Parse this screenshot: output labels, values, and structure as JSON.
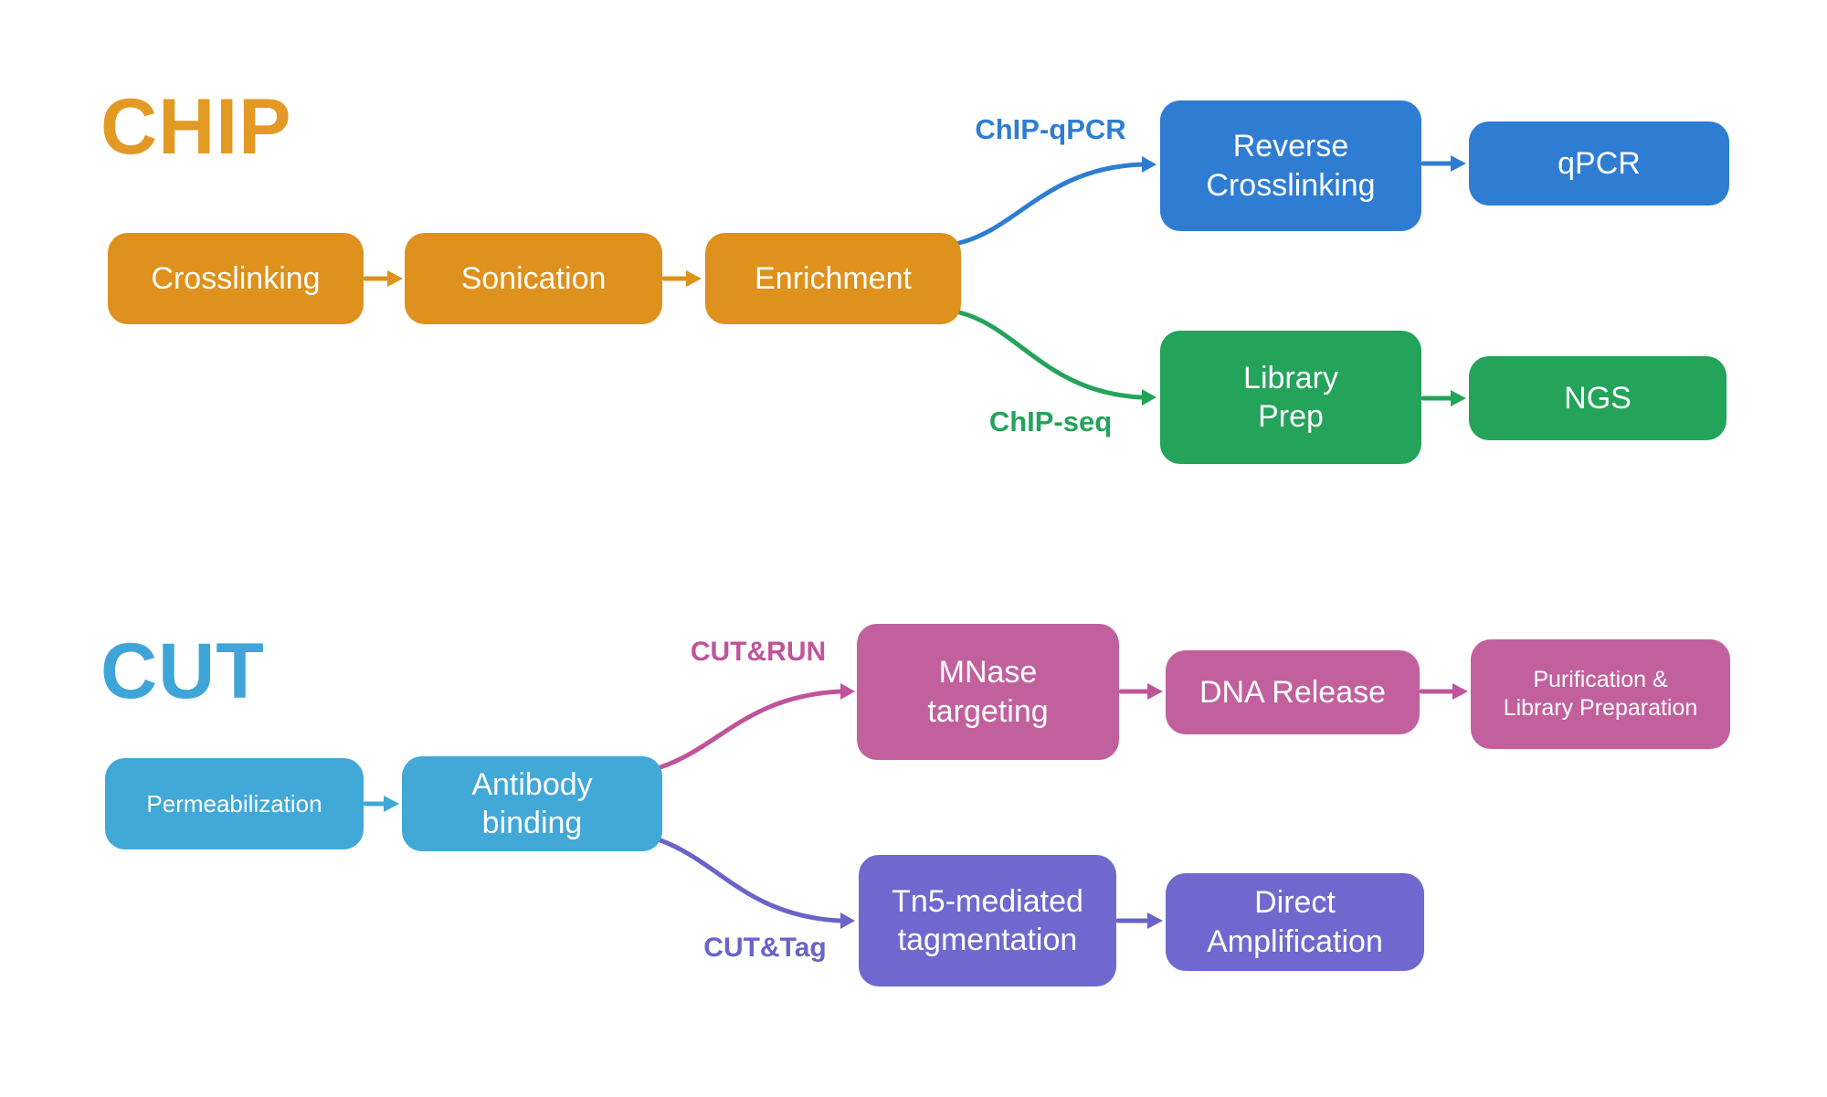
{
  "colors": {
    "orange": "#DE911C",
    "orangeTitle": "#E29A24",
    "blue": "#2E7DD2",
    "green": "#24A35B",
    "lightblue": "#41A8D8",
    "lightblueTitle": "#3FA5D9",
    "pink": "#C2609D",
    "pinkAccent": "#C0549A",
    "purple": "#6F69CF",
    "purpleAccent": "#6A63C8"
  },
  "chip": {
    "title": "CHIP",
    "steps": [
      "Crosslinking",
      "Sonication",
      "Enrichment"
    ],
    "qpcr_branch": {
      "label": "ChIP-qPCR",
      "steps": [
        "Reverse\nCrosslinking",
        "qPCR"
      ]
    },
    "seq_branch": {
      "label": "ChIP-seq",
      "steps": [
        "Library\nPrep",
        "NGS"
      ]
    }
  },
  "cut": {
    "title": "CUT",
    "steps": [
      "Permeabilization",
      "Antibody\nbinding"
    ],
    "run_branch": {
      "label": "CUT&RUN",
      "steps": [
        "MNase\ntargeting",
        "DNA Release",
        "Purification &\nLibrary Preparation"
      ]
    },
    "tag_branch": {
      "label": "CUT&Tag",
      "steps": [
        "Tn5-mediated\ntagmentation",
        "Direct\nAmplification"
      ]
    }
  }
}
